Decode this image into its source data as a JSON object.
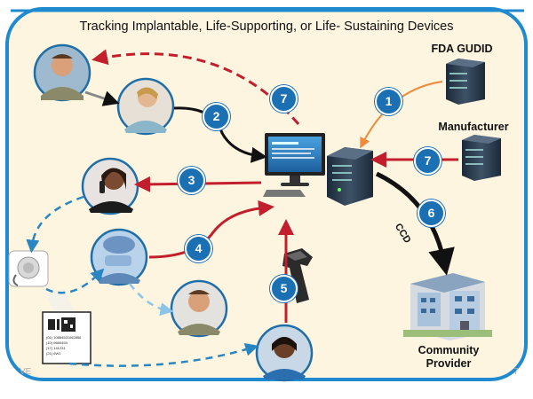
{
  "title": "Tracking Implantable, Life-Supporting, or Life- Sustaining Devices",
  "labels": {
    "fda": "FDA GUDID",
    "manufacturer": "Manufacturer",
    "ccd": "CCD",
    "community_line1": "Community",
    "community_line2": "Provider"
  },
  "steps": [
    "1",
    "2",
    "3",
    "4",
    "5",
    "6",
    "7",
    "7"
  ],
  "footer": {
    "left": "VE",
    "right": "7"
  },
  "barcode_text": [
    "(01) 10884521062856",
    "(10) 6660494",
    "(17) 141231",
    "(21) 6W1"
  ],
  "colors": {
    "background": "#fdf5e0",
    "border": "#1f8ad0",
    "step_circle": "#1b6fb3",
    "flow_red": "#c21e2b",
    "flow_black": "#111111",
    "flow_orange": "#f08a3c",
    "dashed_blue": "#2a86c0",
    "dashed_light_blue": "#8cc4e8"
  },
  "icons": [
    "patient-soldier-icon",
    "nurse-icon",
    "computer-icon",
    "server-icon",
    "phone-agent-icon",
    "surgeon-icon",
    "implant-device-icon",
    "barcode-label-icon",
    "scanner-icon",
    "doctor-icon",
    "hospital-building-icon"
  ]
}
